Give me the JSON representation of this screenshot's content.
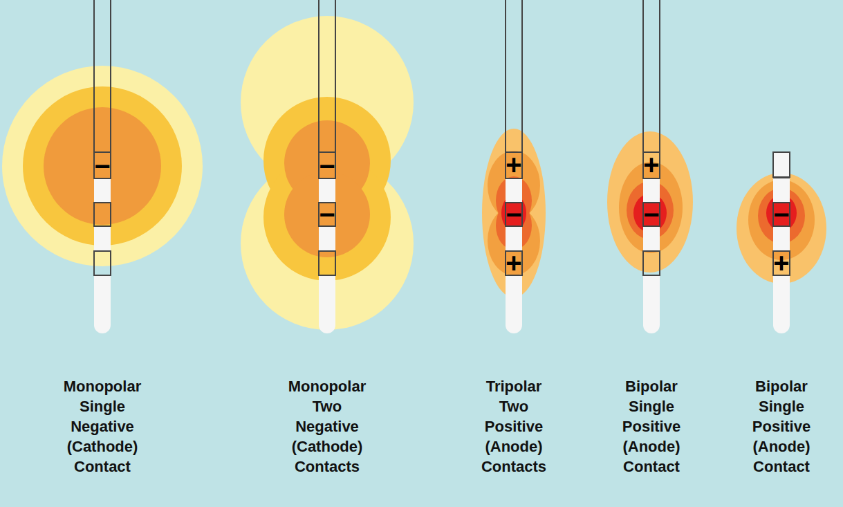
{
  "diagram": {
    "labels": [
      "−",
      "−",
      "−",
      "+",
      "−",
      "+",
      "+",
      "−",
      "−",
      "+",
      "Monopolar Single Negative (Cathode) Contact",
      "Monopolar Two Negative (Cathode) Contacts",
      "Tripolar Two Positive (Anode) Contacts",
      "Bipolar Single Positive (Anode) Contact",
      "Bipolar Single Positive (Anode) Contact"
    ]
  }
}
